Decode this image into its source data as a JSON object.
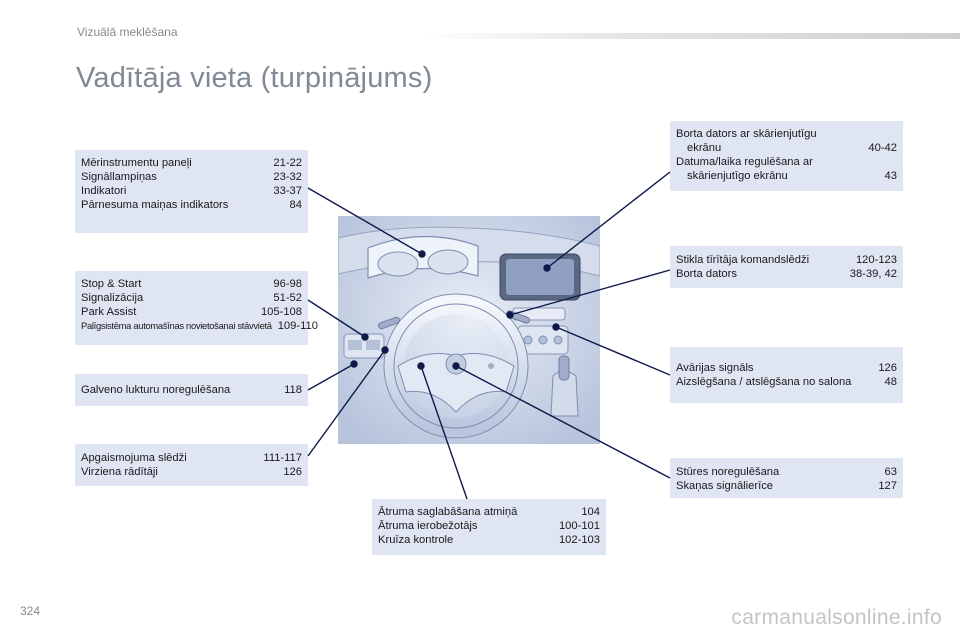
{
  "header": {
    "section": "Vizuālā meklēšana"
  },
  "title": "Vadītāja vieta (turpinājums)",
  "boxes": {
    "instruments": [
      {
        "label": "Mērinstrumentu paneļi",
        "pages": "21-22"
      },
      {
        "label": "Signāllampiņas",
        "pages": "23-32"
      },
      {
        "label": "Indikatori",
        "pages": "33-37"
      },
      {
        "label": "Pārnesuma maiņas indikators",
        "pages": "84"
      }
    ],
    "stopstart": [
      {
        "label": "Stop & Start",
        "pages": "96-98"
      },
      {
        "label": "Signalizācija",
        "pages": "51-52"
      },
      {
        "label": "Park Assist",
        "pages": "105-108"
      },
      {
        "label": "Palīgsistēma automašīnas novietošanai stāvvietā",
        "pages": "109-110"
      }
    ],
    "headlamp": [
      {
        "label": "Galveno lukturu noregulēšana",
        "pages": "118"
      }
    ],
    "lighting": [
      {
        "label": "Apgaismojuma slēdži",
        "pages": "111-117"
      },
      {
        "label": "Virziena rādītāji",
        "pages": "126"
      }
    ],
    "cruise": [
      {
        "label": "Ātruma saglabāšana atmiņā",
        "pages": "104"
      },
      {
        "label": "Ātruma ierobežotājs",
        "pages": "100-101"
      },
      {
        "label": "Kruīza kontrole",
        "pages": "102-103"
      }
    ],
    "touchscreen": [
      {
        "label": "Borta dators ar skārienjutīgu",
        "pages": ""
      },
      {
        "label": "ekrānu",
        "pages": "40-42"
      },
      {
        "label": "Datuma/laika regulēšana ar",
        "pages": ""
      },
      {
        "label": "skārienjutīgo ekrānu",
        "pages": "43"
      }
    ],
    "wiper": [
      {
        "label": "Stikla tīrītāja komandslēdži",
        "pages": "120-123"
      },
      {
        "label": "Borta dators",
        "pages": "38-39, 42"
      }
    ],
    "hazard": [
      {
        "label": "Avārijas signāls",
        "pages": "126"
      },
      {
        "label": "Aizslēgšana / atslēgšana no salona",
        "pages": "48"
      }
    ],
    "steering": [
      {
        "label": "Stūres noregulēšana",
        "pages": "63"
      },
      {
        "label": "Skaņas signālierīce",
        "pages": "127"
      }
    ]
  },
  "page_number": "324",
  "watermark": "carmanualsonline.info",
  "colors": {
    "box_bg": "#dfe5f3",
    "title": "#7f8a96",
    "line": "#0d1a4a",
    "illustration_bg": "#c9d3e6"
  }
}
